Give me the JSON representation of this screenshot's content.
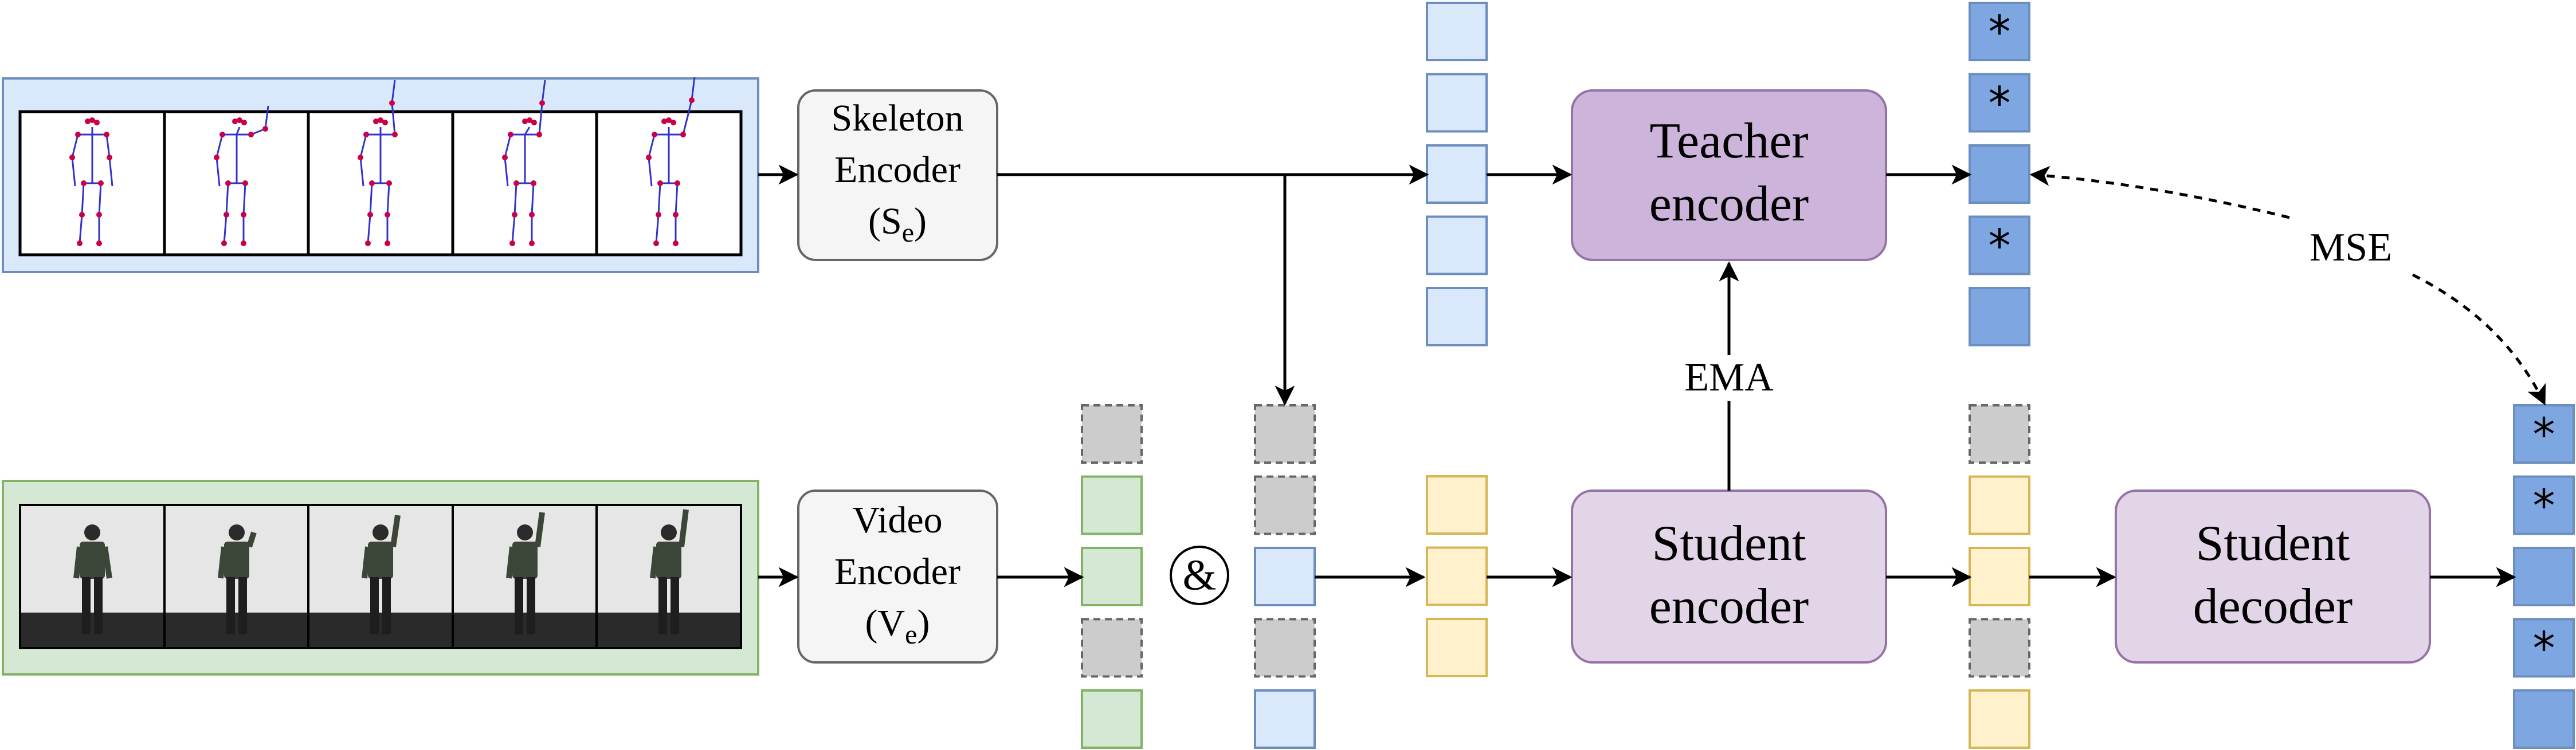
{
  "skeleton_encoder": {
    "line1": "Skeleton",
    "line2": "Encoder",
    "line3": "(S",
    "sub": "e",
    "close": ")"
  },
  "video_encoder": {
    "line1": "Video",
    "line2": "Encoder",
    "line3": "(V",
    "sub": "e",
    "close": ")"
  },
  "teacher_encoder": {
    "line1": "Teacher",
    "line2": "encoder"
  },
  "student_encoder": {
    "line1": "Student",
    "line2": "encoder"
  },
  "student_decoder": {
    "line1": "Student",
    "line2": "decoder"
  },
  "ema_label": "EMA",
  "mse_label": "MSE",
  "combine_symbol": "&",
  "mask_symbol": "*",
  "colors": {
    "skeleton_panel": "#dae8fc",
    "skeleton_panel_border": "#6c8ebf",
    "video_panel": "#d5e8d4",
    "video_panel_border": "#82b366",
    "encoder_box": "#f5f5f5",
    "encoder_border": "#666666",
    "teacher_fill": "#cdb4db",
    "student_fill": "#e1d5e7",
    "purple_border": "#9673a6",
    "token_blue_light": "#dae8fc",
    "token_blue_dark": "#7ea6e0",
    "token_green": "#d5e8d4",
    "token_gray": "#cccccc",
    "token_yellow": "#fff2cc",
    "token_yellow_border": "#d6b656"
  }
}
